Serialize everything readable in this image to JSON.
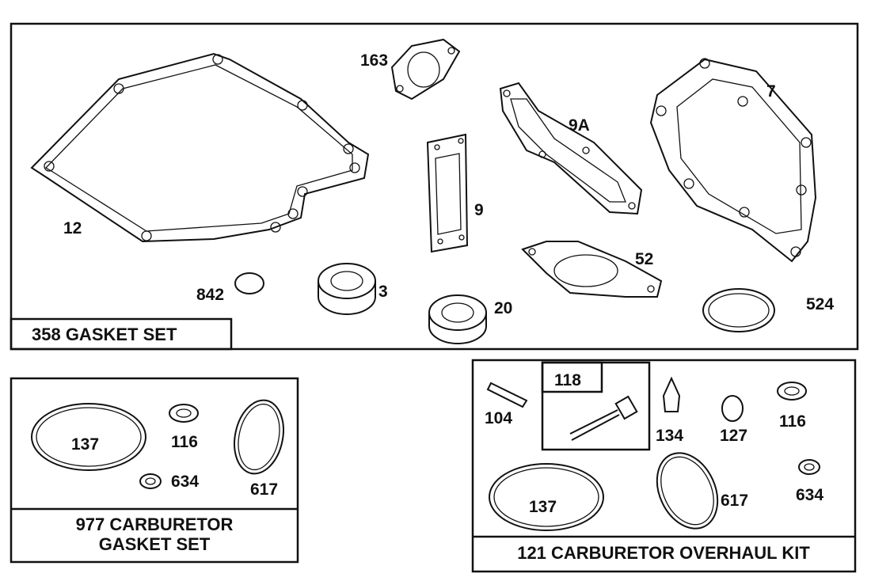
{
  "panels": {
    "gasket_set": {
      "title": "358 GASKET SET",
      "parts": [
        "163",
        "7",
        "9A",
        "9",
        "12",
        "52",
        "842",
        "3",
        "20",
        "524"
      ]
    },
    "carb_gasket_set": {
      "title_line1": "977 CARBURETOR",
      "title_line2": "GASKET SET",
      "parts": [
        "137",
        "116",
        "634",
        "617"
      ]
    },
    "carb_overhaul_kit": {
      "title": "121 CARBURETOR OVERHAUL KIT",
      "sub_kit": "118",
      "parts": [
        "104",
        "134",
        "127",
        "116",
        "137",
        "617",
        "634"
      ]
    }
  }
}
